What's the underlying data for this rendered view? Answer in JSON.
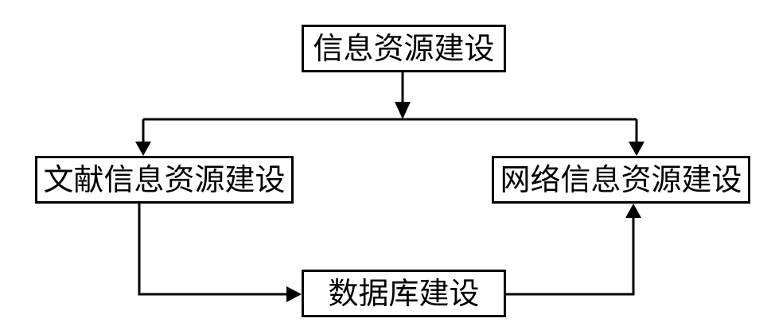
{
  "diagram": {
    "nodes": {
      "top": {
        "label": "信息资源建设"
      },
      "left": {
        "label": "文献信息资源建设"
      },
      "right": {
        "label": "网络信息资源建设"
      },
      "bottom": {
        "label": "数据库建设"
      }
    },
    "edges": [
      {
        "from": "信息资源建设",
        "to": "文献信息资源建设"
      },
      {
        "from": "信息资源建设",
        "to": "网络信息资源建设"
      },
      {
        "from": "文献信息资源建设",
        "to": "数据库建设"
      },
      {
        "from": "数据库建设",
        "to": "网络信息资源建设"
      }
    ],
    "colors": {
      "line": "#000000",
      "box_border": "#000000",
      "background": "#ffffff"
    }
  }
}
